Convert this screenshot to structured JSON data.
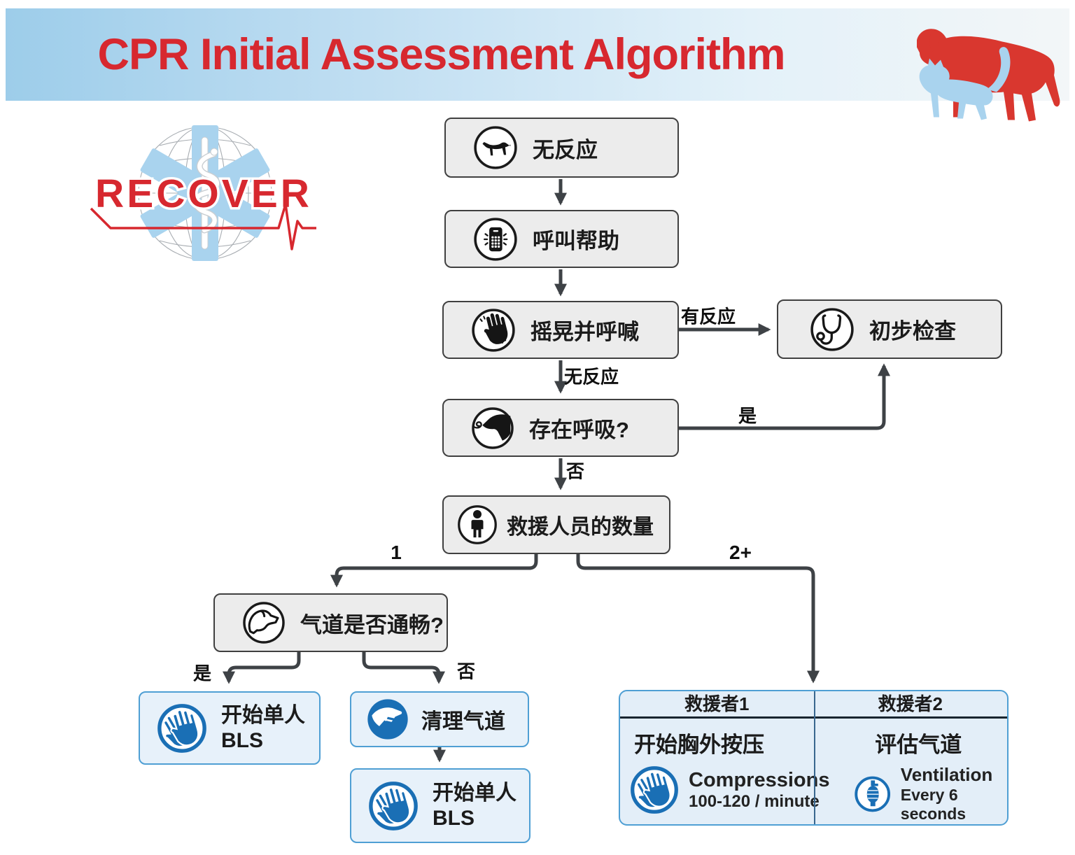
{
  "banner": {
    "title": "CPR Initial Assessment Algorithm"
  },
  "logo": {
    "wordmark": "RECOVER"
  },
  "nodes": {
    "unresponsive": {
      "label": "无反应"
    },
    "call_help": {
      "label": "呼叫帮助"
    },
    "shake_shout": {
      "label": "摇晃并呼喊"
    },
    "initial_exam": {
      "label": "初步检查"
    },
    "breathing": {
      "label": "存在呼吸?"
    },
    "rescuers": {
      "label": "救援人员的数量"
    },
    "airway": {
      "label": "气道是否通畅?"
    },
    "bls_single_left": {
      "line1": "开始单人",
      "line2": "BLS"
    },
    "clear_airway": {
      "label": "清理气道"
    },
    "bls_single_bottom": {
      "line1": "开始单人",
      "line2": "BLS"
    }
  },
  "edges": {
    "responsive": "有反应",
    "no_response": "无反应",
    "breathing_yes": "是",
    "breathing_no": "否",
    "one_rescuer": "1",
    "two_plus_rescuers": "2+",
    "airway_yes": "是",
    "airway_no": "否"
  },
  "two_rescuer_table": {
    "rescuer1_header": "救援者1",
    "rescuer2_header": "救援者2",
    "rescuer1_action": "开始胸外按压",
    "rescuer2_action": "评估气道",
    "compressions_label": "Compressions",
    "compressions_rate": "100-120 / minute",
    "ventilation_label": "Ventilation",
    "ventilation_rate": "Every 6 seconds"
  },
  "icons": {
    "unresponsive": "lying-dog-icon",
    "call_help": "phone-icon",
    "shake_shout": "hand-shake-icon",
    "initial_exam": "stethoscope-icon",
    "breathing": "dog-breath-icon",
    "rescuers": "person-icon",
    "airway": "dog-head-outline-icon",
    "bls": "hands-icon",
    "clear_airway": "clear-airway-icon",
    "compressions": "hands-icon",
    "ventilation": "ventilation-bag-icon",
    "header_art": "dog-and-cat-silhouette",
    "logo_art": "globe-star-of-life-caduceus"
  },
  "colors": {
    "title_red": "#d7282f",
    "banner_blue": "#9dcdea",
    "box_gray_fill": "#ececec",
    "box_gray_border": "#404040",
    "box_blue_fill": "#e7f1fa",
    "box_blue_border": "#4f9fd4",
    "icon_blue": "#1a6fb5",
    "arrow_gray": "#3e4246",
    "cat_blue": "#a9d3ee",
    "dog_red": "#d9372f"
  }
}
